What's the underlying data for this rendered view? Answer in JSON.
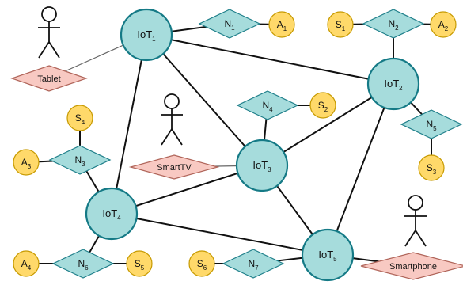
{
  "iot_nodes": [
    {
      "id": "iot1",
      "base": "IoT",
      "sub": "1"
    },
    {
      "id": "iot2",
      "base": "IoT",
      "sub": "2"
    },
    {
      "id": "iot3",
      "base": "IoT",
      "sub": "3"
    },
    {
      "id": "iot4",
      "base": "IoT",
      "sub": "4"
    },
    {
      "id": "iot5",
      "base": "IoT",
      "sub": "5"
    }
  ],
  "relation_nodes": [
    {
      "id": "n1",
      "base": "N",
      "sub": "1"
    },
    {
      "id": "n2",
      "base": "N",
      "sub": "2"
    },
    {
      "id": "n3",
      "base": "N",
      "sub": "3"
    },
    {
      "id": "n4",
      "base": "N",
      "sub": "4"
    },
    {
      "id": "n5",
      "base": "N",
      "sub": "5"
    },
    {
      "id": "n6",
      "base": "N",
      "sub": "6"
    },
    {
      "id": "n7",
      "base": "N",
      "sub": "7"
    }
  ],
  "attribute_nodes": [
    {
      "id": "a1",
      "base": "A",
      "sub": "1"
    },
    {
      "id": "a2",
      "base": "A",
      "sub": "2"
    },
    {
      "id": "a3",
      "base": "A",
      "sub": "3"
    },
    {
      "id": "a4",
      "base": "A",
      "sub": "4"
    },
    {
      "id": "s1",
      "base": "S",
      "sub": "1"
    },
    {
      "id": "s2",
      "base": "S",
      "sub": "2"
    },
    {
      "id": "s3",
      "base": "S",
      "sub": "3"
    },
    {
      "id": "s4",
      "base": "S",
      "sub": "4"
    },
    {
      "id": "s5",
      "base": "S",
      "sub": "5"
    },
    {
      "id": "s6",
      "base": "S",
      "sub": "6"
    }
  ],
  "devices": [
    {
      "id": "tablet",
      "label": "Tablet"
    },
    {
      "id": "smarttv",
      "label": "SmartTV"
    },
    {
      "id": "smartphone",
      "label": "Smartphone"
    }
  ],
  "edges": [
    {
      "from": "iot1",
      "to": "iot2"
    },
    {
      "from": "iot1",
      "to": "iot3"
    },
    {
      "from": "iot1",
      "to": "iot4"
    },
    {
      "from": "iot2",
      "to": "iot3"
    },
    {
      "from": "iot2",
      "to": "iot5"
    },
    {
      "from": "iot3",
      "to": "iot4"
    },
    {
      "from": "iot3",
      "to": "iot5"
    },
    {
      "from": "iot4",
      "to": "iot5"
    },
    {
      "from": "iot1",
      "to": "n1"
    },
    {
      "from": "n1",
      "to": "a1"
    },
    {
      "from": "s1",
      "to": "n2"
    },
    {
      "from": "n2",
      "to": "a2"
    },
    {
      "from": "n2",
      "to": "iot2"
    },
    {
      "from": "iot2",
      "to": "n5"
    },
    {
      "from": "n5",
      "to": "s3"
    },
    {
      "from": "n4",
      "to": "s2"
    },
    {
      "from": "n4",
      "to": "iot3"
    },
    {
      "from": "s4",
      "to": "n3"
    },
    {
      "from": "a3",
      "to": "n3"
    },
    {
      "from": "n3",
      "to": "iot4"
    },
    {
      "from": "iot4",
      "to": "n6"
    },
    {
      "from": "a4",
      "to": "n6"
    },
    {
      "from": "n6",
      "to": "s5"
    },
    {
      "from": "s6",
      "to": "n7"
    },
    {
      "from": "n7",
      "to": "iot5"
    },
    {
      "from": "tablet",
      "to": "iot1"
    },
    {
      "from": "smarttv",
      "to": "iot3"
    },
    {
      "from": "iot5",
      "to": "smartphone"
    }
  ]
}
